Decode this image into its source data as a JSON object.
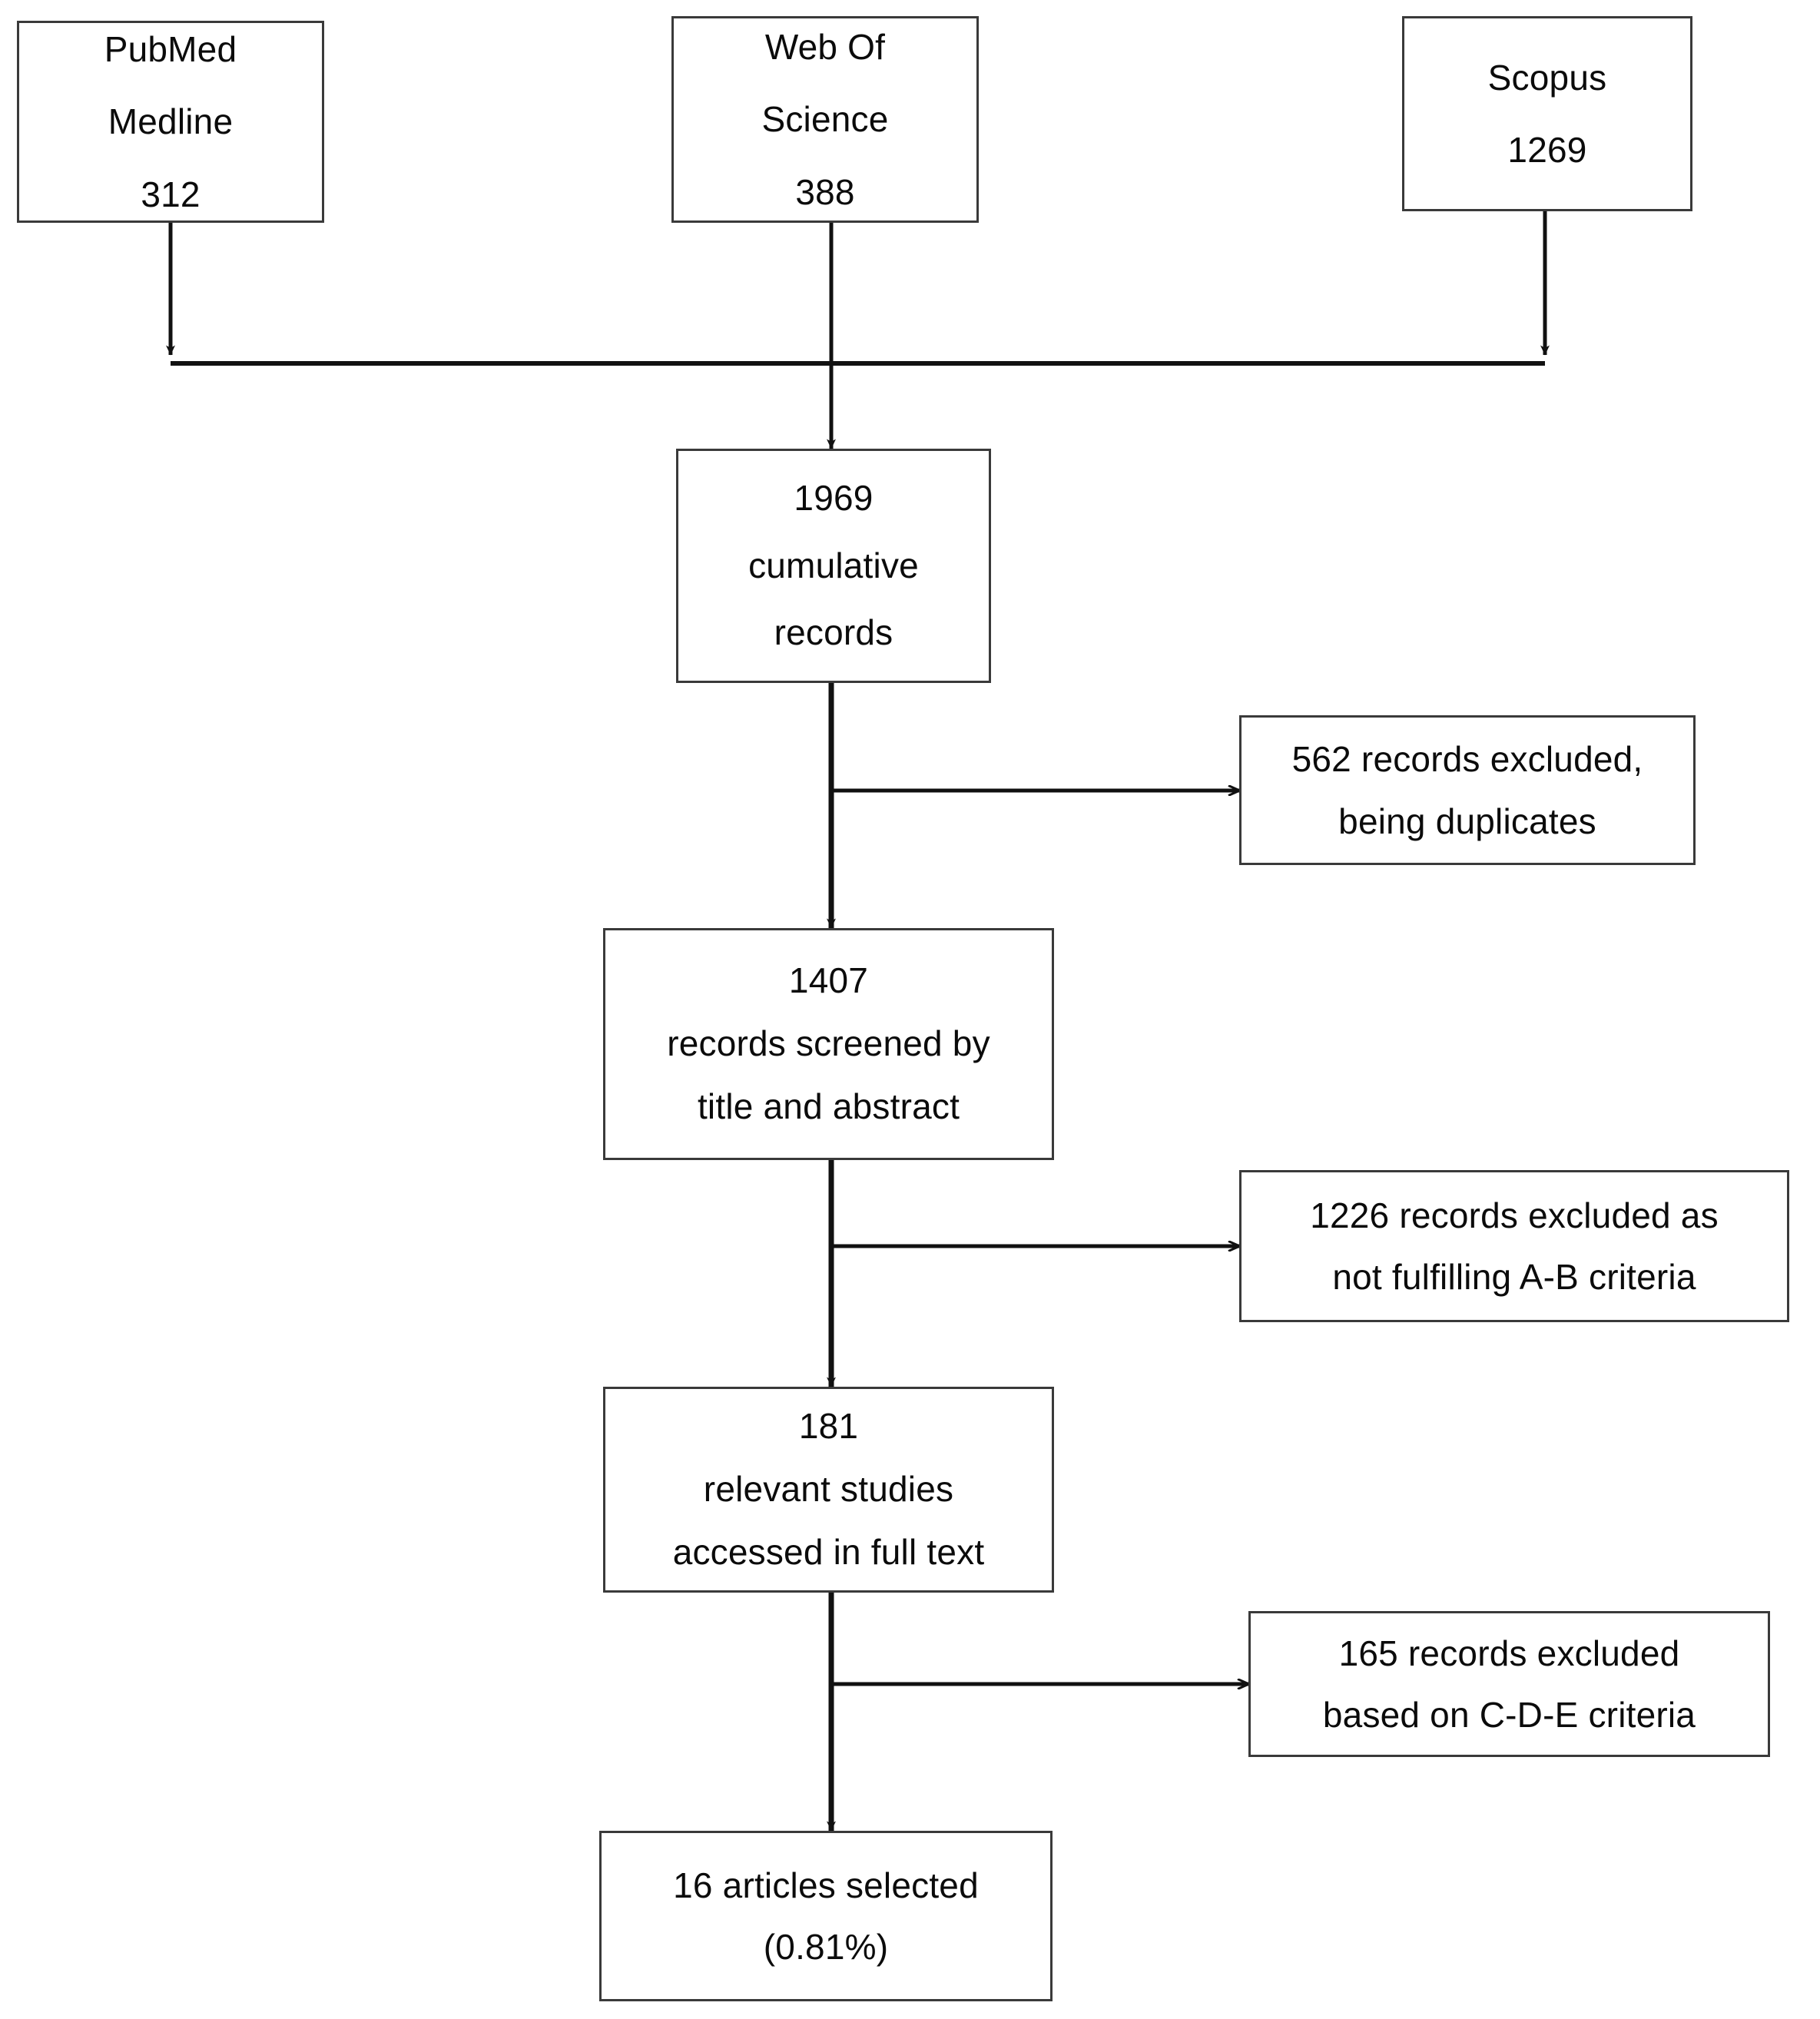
{
  "diagram": {
    "type": "prisma-flow-diagram",
    "orientation": "top-to-bottom",
    "background_color": "#ffffff",
    "box_border_color": "#3a3a3a",
    "connector_color": "#111111",
    "text_color": "#0b0b0b"
  },
  "sources": [
    {
      "id": "pubmed",
      "line1": "PubMed",
      "line2": "Medline",
      "line3": "312"
    },
    {
      "id": "wos",
      "line1": "Web Of",
      "line2": "Science",
      "line3": "388"
    },
    {
      "id": "scopus",
      "line1": "Scopus",
      "line2": "1269",
      "line3": ""
    }
  ],
  "stages": [
    {
      "id": "cumulative",
      "line1": "1969",
      "line2": "cumulative",
      "line3": "records"
    },
    {
      "id": "screened",
      "line1": "1407",
      "line2": "records screened by",
      "line3": "title and abstract"
    },
    {
      "id": "relevant",
      "line1": "181",
      "line2": "relevant studies",
      "line3": "accessed in full text"
    },
    {
      "id": "selected",
      "line1": "16 articles selected",
      "line2": "(0.81%)",
      "line3": ""
    }
  ],
  "exclusions": [
    {
      "id": "duplicates",
      "line1": "562 records excluded,",
      "line2": "being duplicates"
    },
    {
      "id": "ab-criteria",
      "line1": "1226 records excluded as",
      "line2": "not fulfilling A-B criteria"
    },
    {
      "id": "cde-criteria",
      "line1": "165 records excluded",
      "line2": "based on C-D-E criteria"
    }
  ],
  "chart_data": {
    "type": "flow",
    "title": "",
    "nodes": [
      {
        "id": "pubmed",
        "label": "PubMed Medline 312",
        "count": 312,
        "level": 0
      },
      {
        "id": "wos",
        "label": "Web Of Science 388",
        "count": 388,
        "level": 0
      },
      {
        "id": "scopus",
        "label": "Scopus 1269",
        "count": 1269,
        "level": 0
      },
      {
        "id": "cumulative",
        "label": "1969 cumulative records",
        "count": 1969,
        "level": 1
      },
      {
        "id": "duplicates",
        "label": "562 records excluded, being duplicates",
        "count": 562,
        "level": 1,
        "kind": "exclusion"
      },
      {
        "id": "screened",
        "label": "1407 records screened by title and abstract",
        "count": 1407,
        "level": 2
      },
      {
        "id": "ab-criteria",
        "label": "1226 records excluded as not fulfilling A-B criteria",
        "count": 1226,
        "level": 2,
        "kind": "exclusion"
      },
      {
        "id": "relevant",
        "label": "181 relevant studies accessed in full text",
        "count": 181,
        "level": 3
      },
      {
        "id": "cde-criteria",
        "label": "165 records excluded based on C-D-E criteria",
        "count": 165,
        "level": 3,
        "kind": "exclusion"
      },
      {
        "id": "selected",
        "label": "16 articles selected (0.81%)",
        "count": 16,
        "level": 4,
        "percent": 0.81
      }
    ],
    "edges": [
      {
        "from": "pubmed",
        "to": "cumulative"
      },
      {
        "from": "wos",
        "to": "cumulative"
      },
      {
        "from": "scopus",
        "to": "cumulative"
      },
      {
        "from": "cumulative",
        "to": "screened"
      },
      {
        "from": "cumulative",
        "to": "duplicates"
      },
      {
        "from": "screened",
        "to": "relevant"
      },
      {
        "from": "screened",
        "to": "ab-criteria"
      },
      {
        "from": "relevant",
        "to": "selected"
      },
      {
        "from": "relevant",
        "to": "cde-criteria"
      }
    ]
  }
}
